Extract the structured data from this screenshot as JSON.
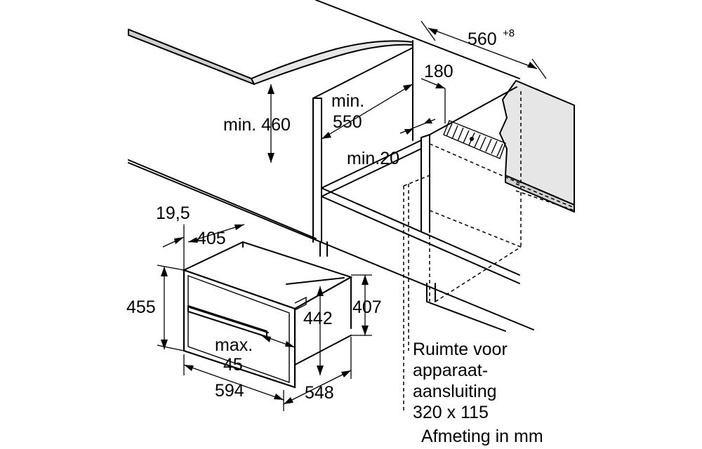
{
  "labels": {
    "counter_depth": "560",
    "counter_depth_sup": "+8",
    "gap_180": "180",
    "min_460": "min. 460",
    "min_550_line1": "min.",
    "min_550_line2": "550",
    "min_20": "min.20",
    "dim_19_5": "19,5",
    "dim_405": "405",
    "dim_455": "455",
    "dim_442": "442",
    "dim_407": "407",
    "max_45_line1": "max.",
    "max_45_line2": "45",
    "dim_594": "594",
    "dim_548": "548",
    "note_line1": "Ruimte voor",
    "note_line2": "apparaat-",
    "note_line3": "aansluiting",
    "note_line4": "320 x 115",
    "units": "Afmeting in mm"
  }
}
